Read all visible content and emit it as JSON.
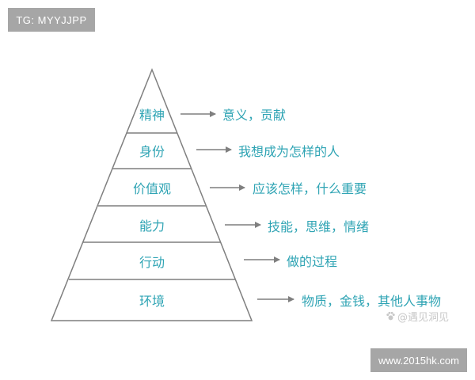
{
  "header": {
    "tag": "TG: MYYJJPP"
  },
  "footer": {
    "site": "www.2015hk.com"
  },
  "watermark": {
    "icon": "paw-icon",
    "text": "@遇见洞见"
  },
  "colors": {
    "text_accent": "#2fa4b4",
    "lines": "#7f7f7f",
    "badge_bg": "#a6a6a6"
  },
  "pyramid": {
    "levels": [
      {
        "label": "精神",
        "description": "意义，贡献"
      },
      {
        "label": "身份",
        "description": "我想成为怎样的人"
      },
      {
        "label": "价值观",
        "description": "应该怎样，什么重要"
      },
      {
        "label": "能力",
        "description": "技能，思维，情绪"
      },
      {
        "label": "行动",
        "description": "做的过程"
      },
      {
        "label": "环境",
        "description": "物质，金钱，其他人事物"
      }
    ]
  }
}
